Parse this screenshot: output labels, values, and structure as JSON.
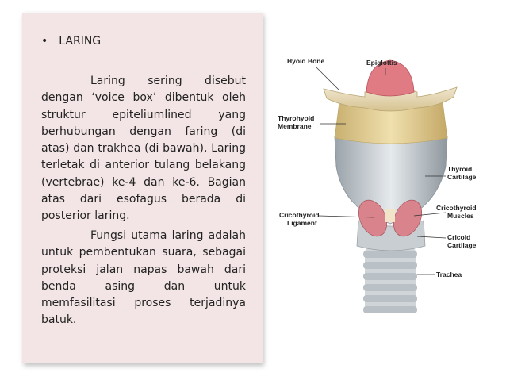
{
  "heading": {
    "bullet": "•",
    "text": "LARING"
  },
  "paragraphs": [
    "Laring sering disebut dengan ‘voice box’ dibentuk oleh struktur epiteliumlined yang berhubungan dengan faring (di atas) dan trakhea (di bawah). Laring terletak di anterior tulang belakang (vertebrae) ke-4 dan ke-6. Bagian atas dari esofagus berada di posterior laring.",
    "Fungsi utama laring adalah untuk pembentukan suara, sebagai proteksi jalan napas bawah dari benda asing dan untuk memfasilitasi proses terjadinya batuk."
  ],
  "figure": {
    "labels": {
      "hyoid_bone": "Hyoid Bone",
      "epiglottis": "Epiglottis",
      "thyrohyoid_1": "Thyrohyoid",
      "thyrohyoid_2": "Membrane",
      "thyroid_1": "Thyroid",
      "thyroid_2": "Cartilage",
      "cricothyroid_lig_1": "Cricothyroid",
      "cricothyroid_lig_2": "Ligament",
      "cricothyroid_mus_1": "Cricothyroid",
      "cricothyroid_mus_2": "Muscles",
      "cricoid_1": "Cricoid",
      "cricoid_2": "Cartilage",
      "trachea": "Trachea"
    }
  }
}
